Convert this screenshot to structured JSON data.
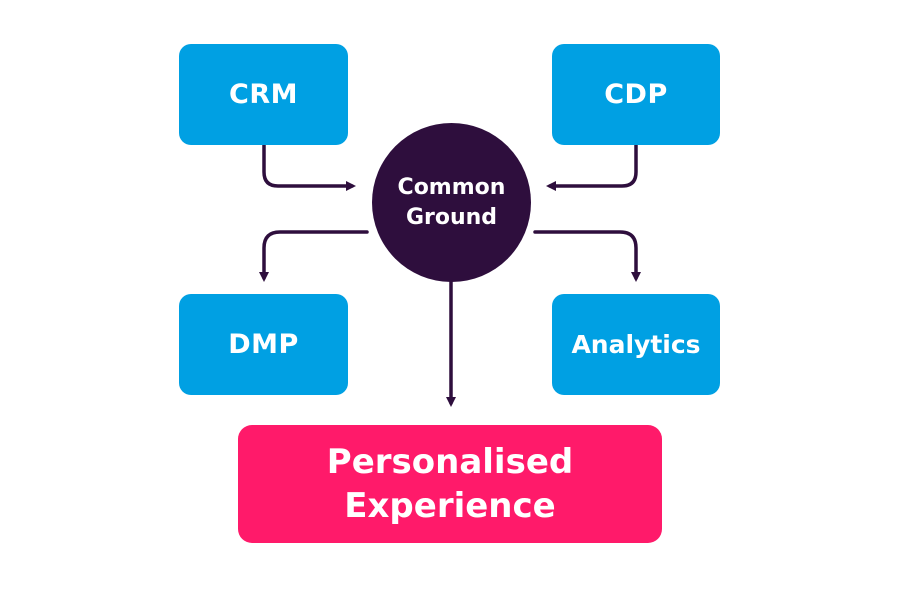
{
  "diagram": {
    "nodes": {
      "crm": {
        "label": "CRM"
      },
      "cdp": {
        "label": "CDP"
      },
      "dmp": {
        "label": "DMP"
      },
      "analytics": {
        "label": "Analytics"
      },
      "hub": {
        "line1": "Common",
        "line2": "Ground"
      },
      "outcome": {
        "line1": "Personalised",
        "line2": "Experience"
      }
    },
    "edges": [
      {
        "from": "CRM",
        "to": "Common Ground"
      },
      {
        "from": "CDP",
        "to": "Common Ground"
      },
      {
        "from": "Common Ground",
        "to": "DMP"
      },
      {
        "from": "Common Ground",
        "to": "Analytics"
      },
      {
        "from": "Common Ground",
        "to": "Personalised Experience"
      }
    ],
    "colors": {
      "source_box": "#00a0e3",
      "hub": "#2e0e3d",
      "outcome": "#ff1a6a",
      "arrow": "#2e0e3d",
      "text": "#ffffff"
    }
  }
}
